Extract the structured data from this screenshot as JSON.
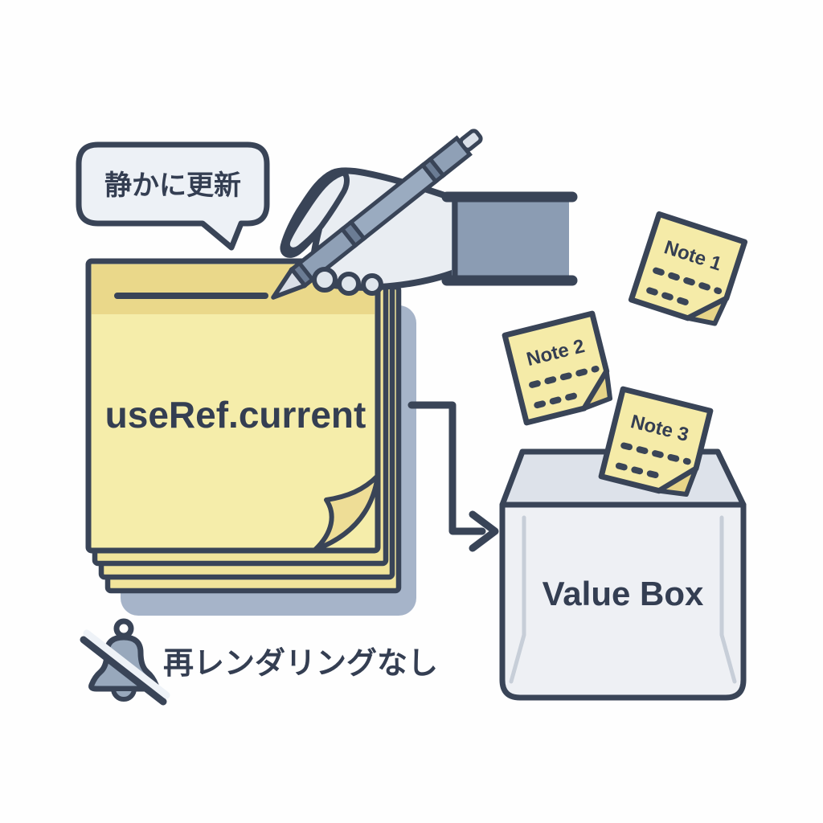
{
  "speech_bubble": {
    "text": "静かに更新"
  },
  "main_note": {
    "label": "useRef.current"
  },
  "status": {
    "label": "再レンダリングなし"
  },
  "falling_notes": [
    {
      "label": "Note 1"
    },
    {
      "label": "Note 2"
    },
    {
      "label": "Note 3"
    }
  ],
  "value_box": {
    "label": "Value Box"
  },
  "icons": [
    "speech-bubble",
    "sticky-note-stack",
    "page-curl",
    "hand-icon",
    "pen-icon",
    "sleeve",
    "elbow-arrow-right-icon",
    "folded-note",
    "value-box",
    "bell-slash-icon"
  ],
  "palette": {
    "background": "#fefefe",
    "outline": "#394457",
    "text": "#343e52",
    "note_body": "#f5edaa",
    "note_strip": "#ead88a",
    "note_sheet_edge": "#f1e49b",
    "note_curl": "#eedd96",
    "small_note": "#f5eba8",
    "note_fold": "#e7d488",
    "stack_shadow": "#a6b4c9",
    "hand": "#e9edf2",
    "knuckle": "#dfe5ec",
    "pen_blue": "#8fa0b6",
    "pen_barrel": "#9aabc0",
    "pen_band": "#6b7c94",
    "pen_light": "#d9dfe8",
    "sleeve": "#8b9cb3",
    "bubble_fill": "#edf1f6",
    "box_front": "#eef0f4",
    "box_inner": "#dde2ea",
    "box_floor_line": "#c7ced8",
    "bell": "#98a8bc",
    "slash_light": "#eef2f7"
  }
}
